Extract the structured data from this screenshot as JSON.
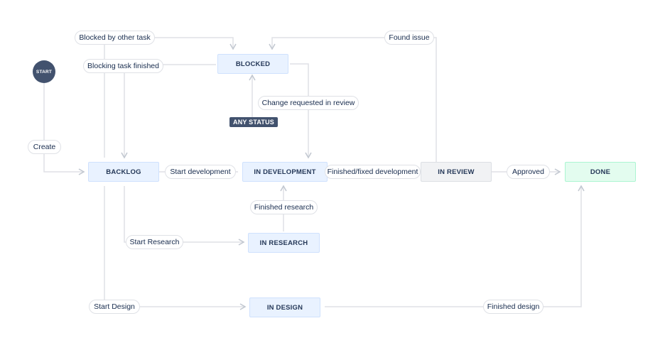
{
  "start_label": "START",
  "any_status": "ANY STATUS",
  "statuses": {
    "blocked": "BLOCKED",
    "backlog": "BACKLOG",
    "in_development": "IN DEVELOPMENT",
    "in_review": "IN REVIEW",
    "done": "DONE",
    "in_research": "IN RESEARCH",
    "in_design": "IN DESIGN"
  },
  "transitions": {
    "blocked_by_other": "Blocked by other task",
    "blocking_finished": "Blocking task finished",
    "found_issue": "Found issue",
    "change_requested": "Change requested in review",
    "create": "Create",
    "start_development": "Start development",
    "finished_fixed": "Finished/fixed development",
    "approved": "Approved",
    "finished_research": "Finished research",
    "start_research": "Start Research",
    "start_design": "Start Design",
    "finished_design": "Finished design"
  },
  "colors": {
    "line": "#dfe1e6",
    "status_blue_bg": "#e9f2ff",
    "status_gray_bg": "#f1f2f4",
    "status_green_bg": "#e3fcef",
    "start_circle": "#42526e",
    "text": "#172b4d"
  }
}
